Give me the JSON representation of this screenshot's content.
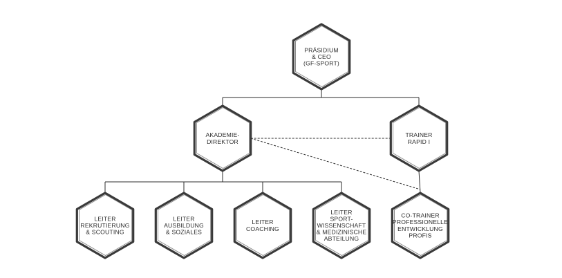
{
  "nodes": [
    {
      "id": "praesidium",
      "lines": [
        "PRÄSIDIUM",
        "& CEO",
        "(GF-SPORT)"
      ]
    },
    {
      "id": "akademie",
      "lines": [
        "AKADEMIE-",
        "DIREKTOR"
      ]
    },
    {
      "id": "trainer",
      "lines": [
        "TRAINER",
        "RAPID I"
      ]
    },
    {
      "id": "leiter-rekrutierung",
      "lines": [
        "LEITER",
        "REKRUTIERUNG",
        "& SCOUTING"
      ]
    },
    {
      "id": "leiter-ausbildung",
      "lines": [
        "LEITER",
        "AUSBILDUNG",
        "& SOZIALES"
      ]
    },
    {
      "id": "leiter-coaching",
      "lines": [
        "LEITER",
        "COACHING"
      ]
    },
    {
      "id": "leiter-sport",
      "lines": [
        "LEITER",
        "SPORT-",
        "WISSENSCHAFT",
        "& MEDIZINISCHE",
        "ABTEILUNG"
      ]
    },
    {
      "id": "co-trainer",
      "lines": [
        "CO-TRAINER",
        "PROFESSIONELLE",
        "ENTWICKLUNG",
        "PROFIS"
      ]
    }
  ],
  "edges": [
    {
      "from": "praesidium",
      "to": "akademie",
      "style": "solid"
    },
    {
      "from": "praesidium",
      "to": "trainer",
      "style": "solid"
    },
    {
      "from": "akademie",
      "to": "leiter-rekrutierung",
      "style": "solid"
    },
    {
      "from": "akademie",
      "to": "leiter-ausbildung",
      "style": "solid"
    },
    {
      "from": "akademie",
      "to": "leiter-coaching",
      "style": "solid"
    },
    {
      "from": "akademie",
      "to": "leiter-sport",
      "style": "solid"
    },
    {
      "from": "trainer",
      "to": "co-trainer",
      "style": "solid"
    },
    {
      "from": "akademie",
      "to": "trainer",
      "style": "dashed"
    },
    {
      "from": "akademie",
      "to": "co-trainer",
      "style": "dashed"
    }
  ],
  "colors": {
    "stroke": "#3a3a3a",
    "text": "#2b2b2b",
    "background": "#ffffff"
  }
}
